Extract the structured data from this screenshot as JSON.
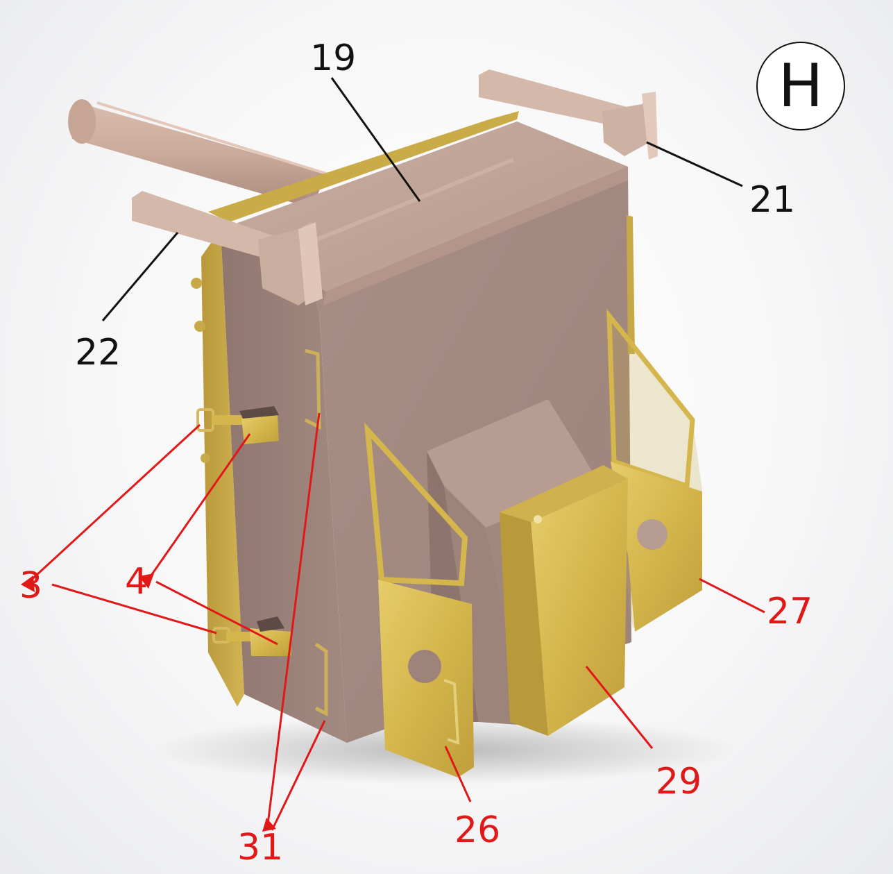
{
  "section_badge": "H",
  "callouts": {
    "c19": "19",
    "c21": "21",
    "c22": "22",
    "c3": "3",
    "c4": "4",
    "c27": "27",
    "c29": "29",
    "c26": "26",
    "c31": "31"
  },
  "colors": {
    "resin": "#a6908a",
    "resin_light": "#c8ada0",
    "brass": "#d9be53",
    "black_leader": "#111111",
    "red_leader": "#e01818"
  }
}
